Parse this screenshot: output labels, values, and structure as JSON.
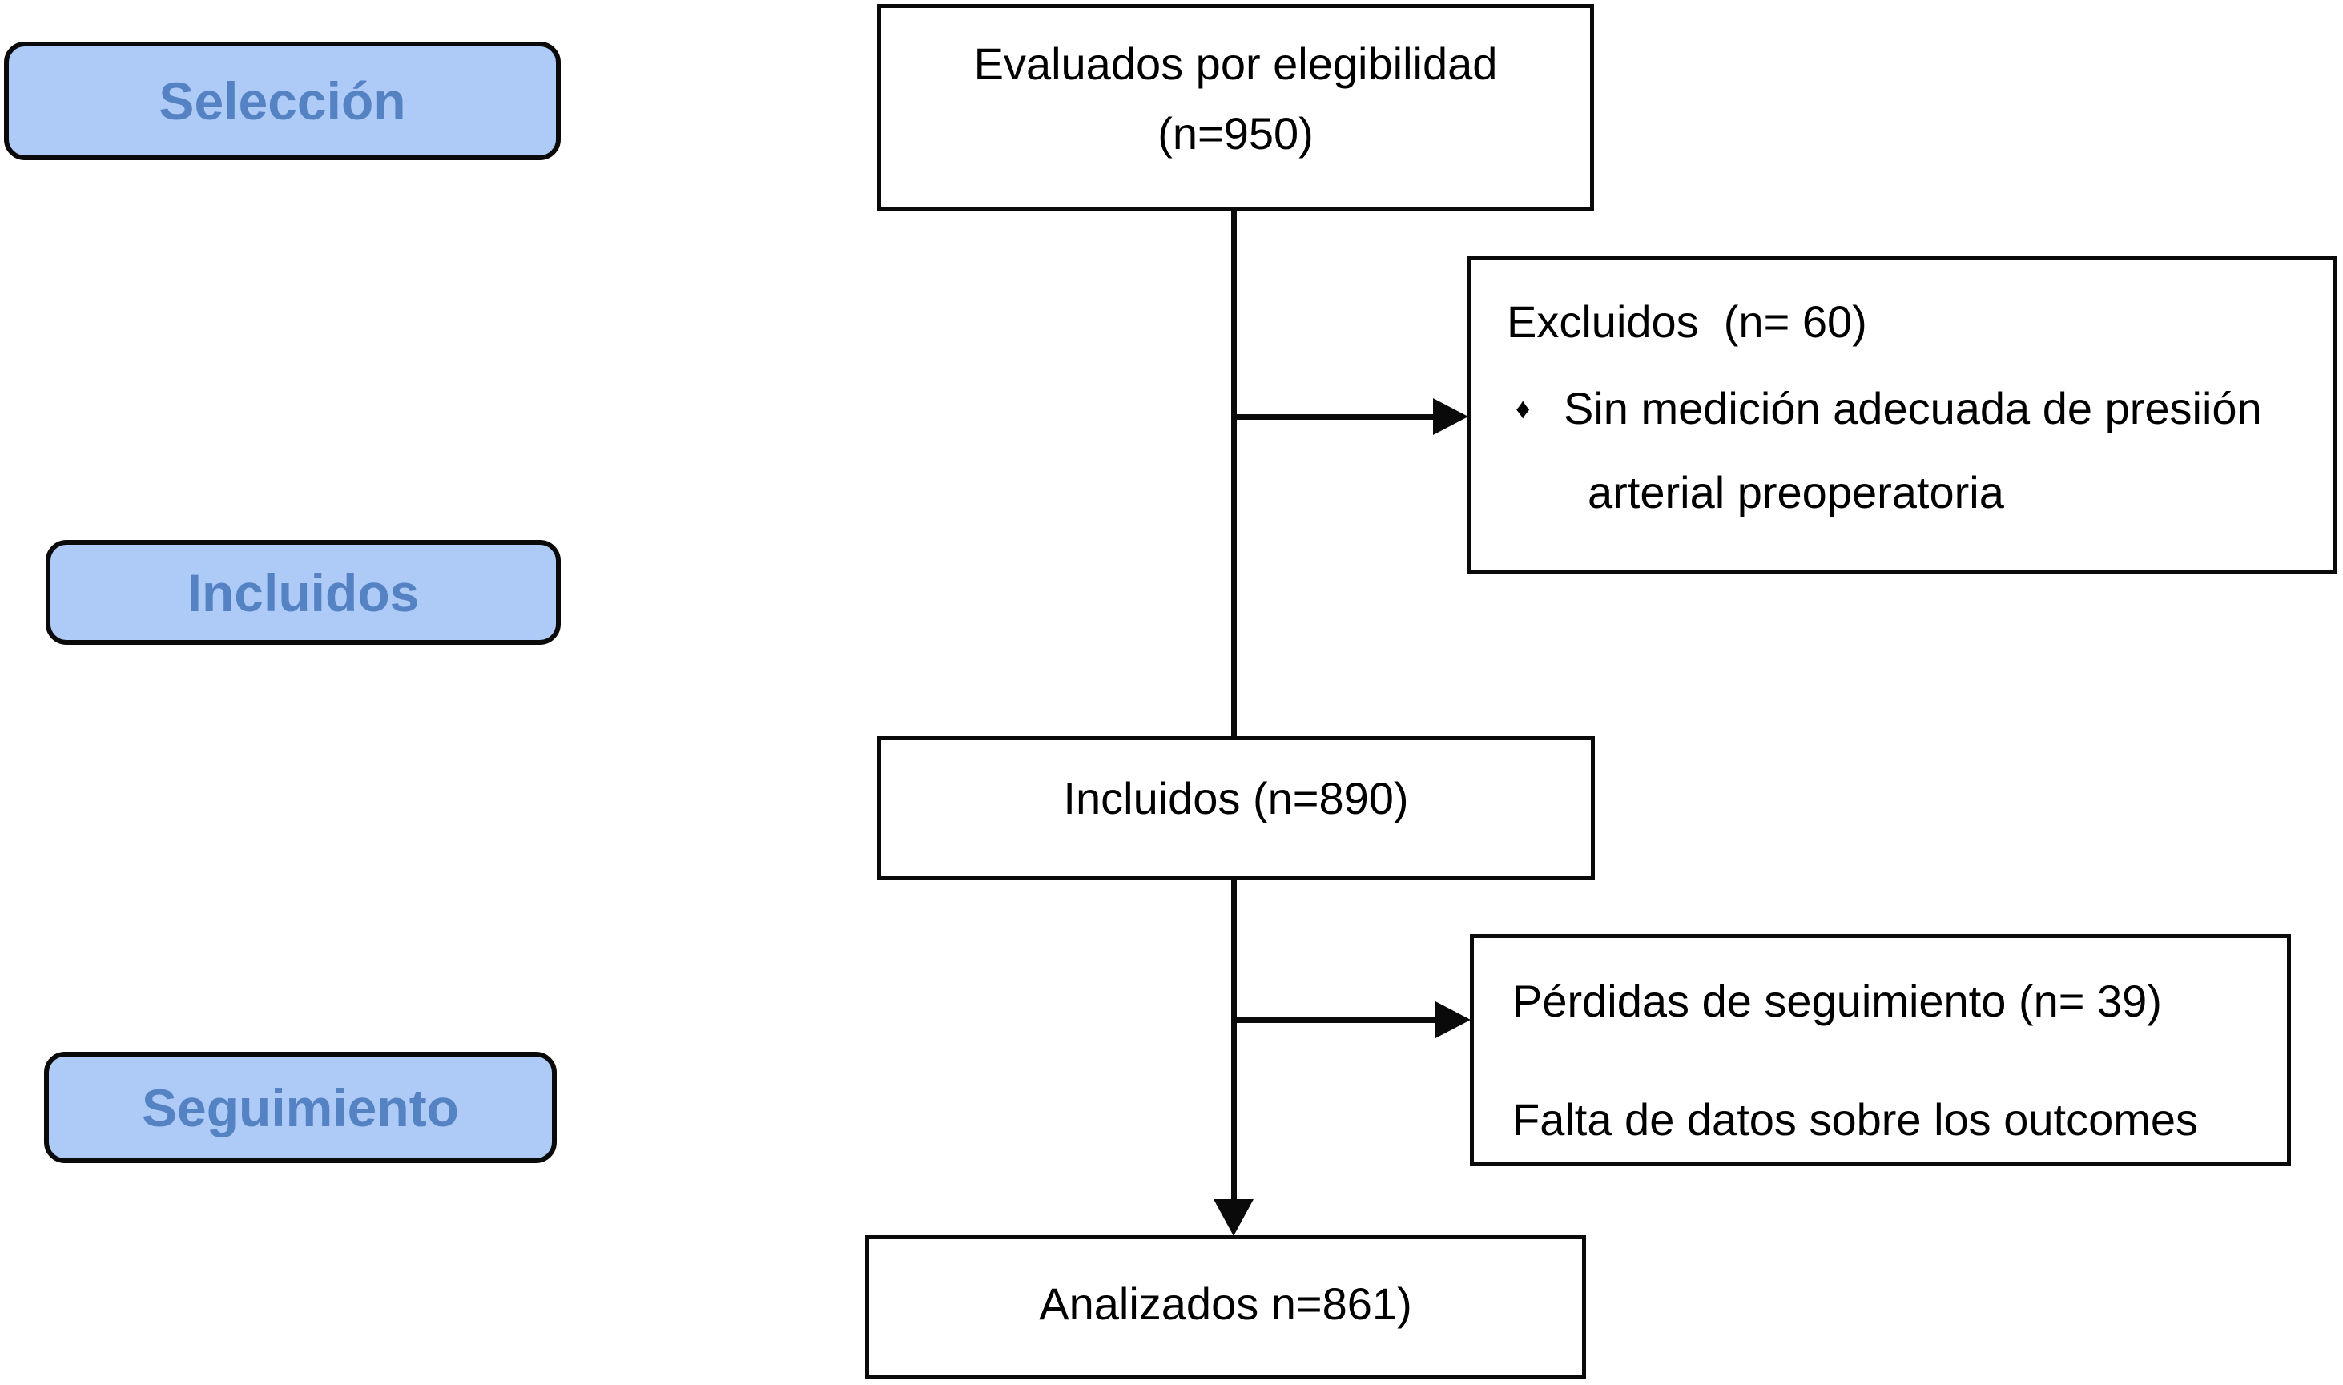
{
  "stage_labels": {
    "selection": {
      "label": "Selección"
    },
    "included": {
      "label": "Incluidos"
    },
    "follow_up": {
      "label": "Seguimiento"
    }
  },
  "flow_boxes": {
    "assessed": {
      "line1": "Evaluados por elegibilidad",
      "line2": "(n=950)"
    },
    "excluded": {
      "title": "Excluidos  (n= 60)",
      "bullet_icon": "♦",
      "bullet_line1": "Sin medición adecuada de presiión",
      "bullet_line2": "arterial preoperatoria"
    },
    "included": {
      "label": "Incluidos (n=890)"
    },
    "lost": {
      "line1": "Pérdidas de seguimiento (n= 39)",
      "line2": "Falta de datos sobre los outcomes"
    },
    "analyzed": {
      "label": "Analizados n=861)"
    }
  },
  "colors": {
    "stage_label_fill": "#AECBF7",
    "stage_label_text": "#5582C3",
    "box_border": "#0a0a0a",
    "box_fill": "#ffffff",
    "line": "#0a0a0a"
  }
}
